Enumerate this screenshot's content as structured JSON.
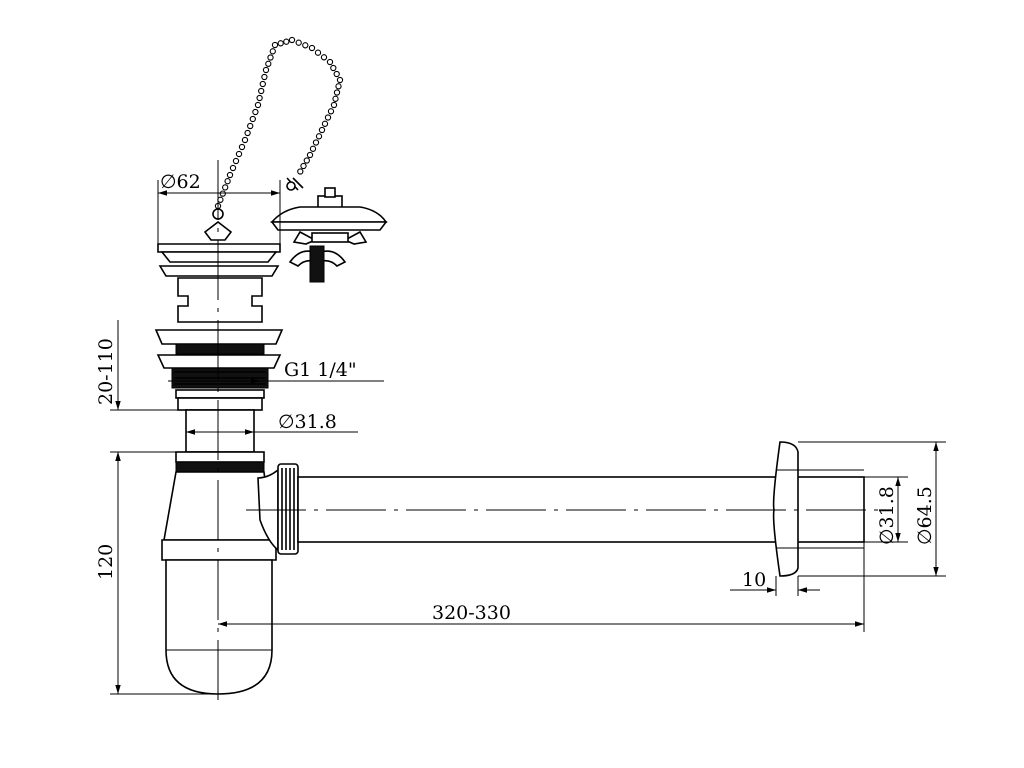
{
  "dimensions": {
    "plug_diameter": "∅62",
    "thread": "G1 1/4\"",
    "tail_diameter": "∅31.8",
    "adjust_height": "20-110",
    "trap_height": "120",
    "arm_length": "320-330",
    "flange_thickness": "10",
    "pipe_diameter": "∅31.8",
    "flange_diameter": "∅64.5"
  }
}
